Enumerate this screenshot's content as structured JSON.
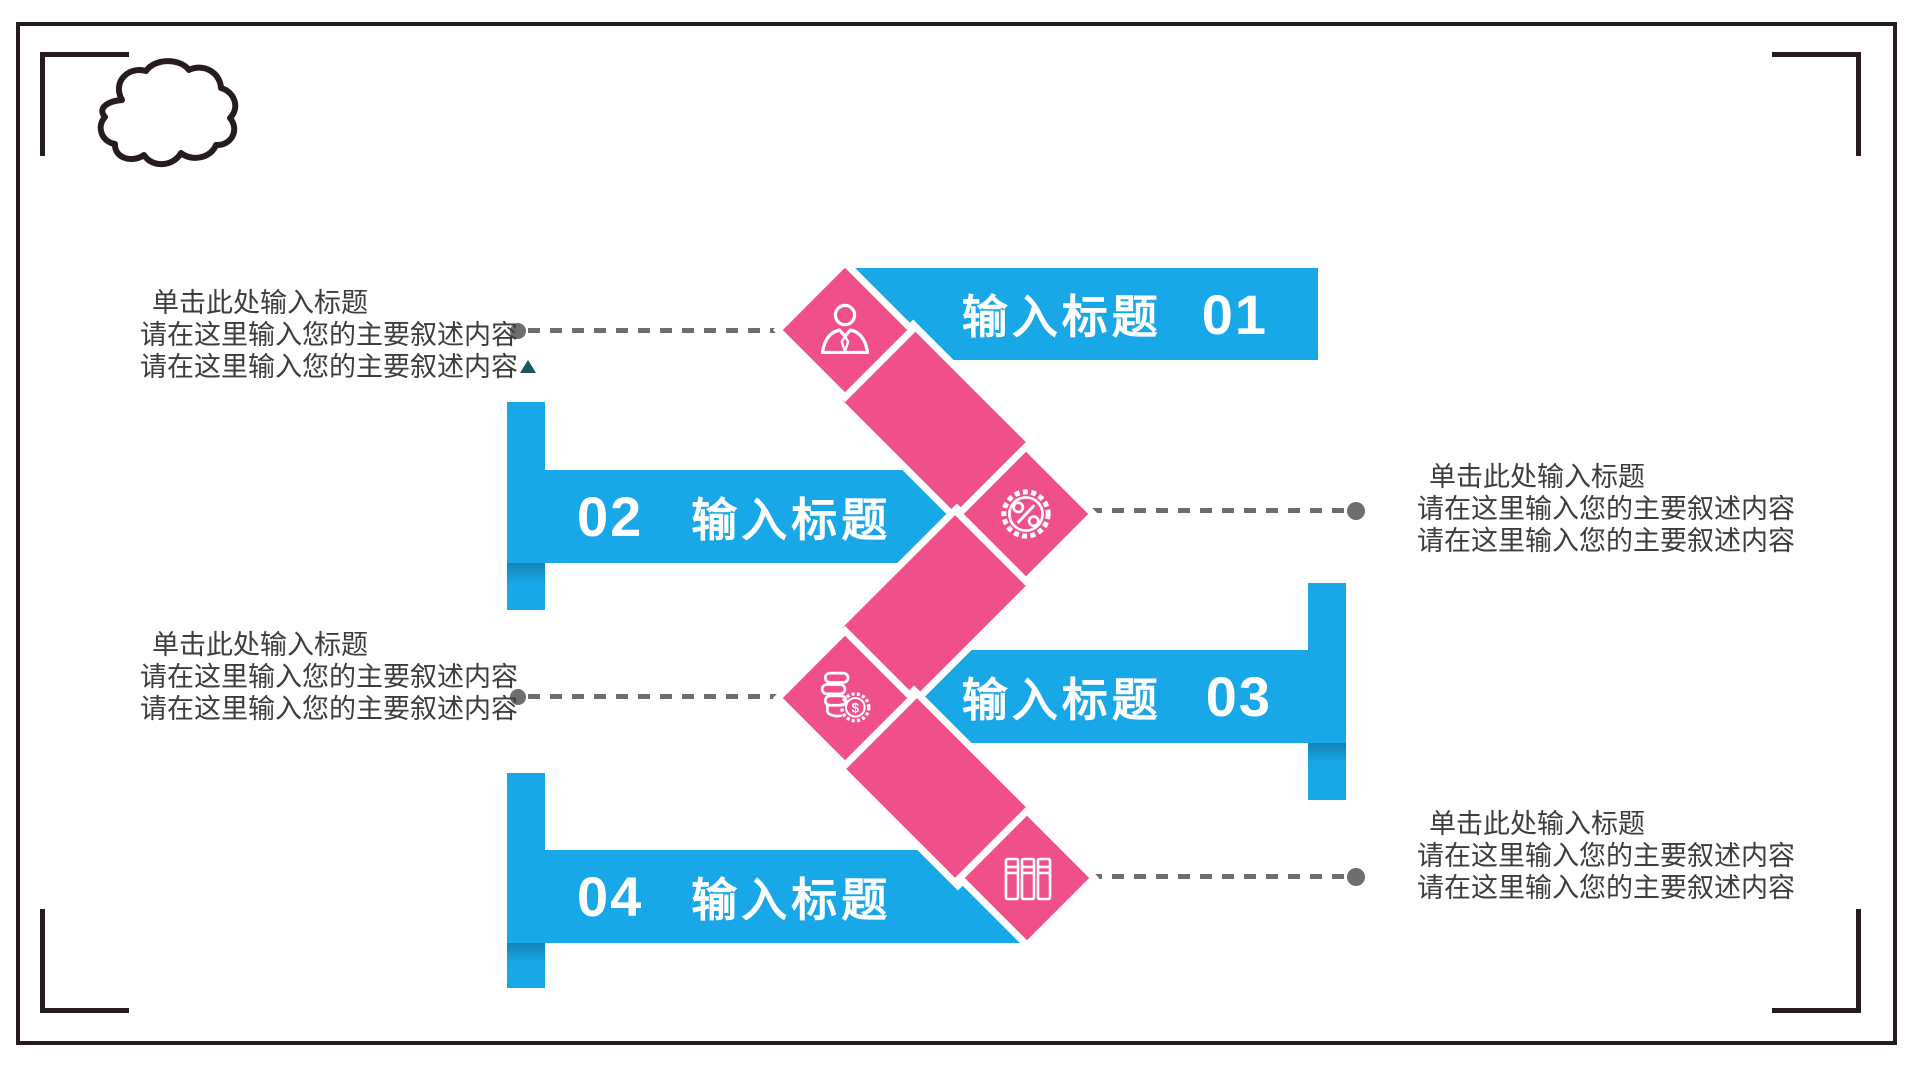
{
  "slide": {
    "colors": {
      "blue": "#18a8e8",
      "pink": "#ef5089",
      "frame": "#241d1b",
      "dash_gray": "#6e6e6e",
      "note_text": "#3d3d3d",
      "marker_teal": "#1a5660"
    },
    "decor": [
      "cloud-doodle-icon",
      "corner-bracket"
    ],
    "banners": [
      {
        "num": "01",
        "title": "输入标题",
        "icon": "businessman-icon",
        "side": "right"
      },
      {
        "num": "02",
        "title": "输入标题",
        "icon": "percent-badge-icon",
        "side": "left"
      },
      {
        "num": "03",
        "title": "输入标题",
        "icon": "coins-dollar-icon",
        "side": "right"
      },
      {
        "num": "04",
        "title": "输入标题",
        "icon": "binders-icon",
        "side": "left"
      }
    ],
    "notes": [
      {
        "line1": "单击此处输入标题",
        "line2": "请在这里输入您的主要叙述内容",
        "line3": "请在这里输入您的主要叙述内容"
      },
      {
        "line1": "单击此处输入标题",
        "line2": "请在这里输入您的主要叙述内容",
        "line3": "请在这里输入您的主要叙述内容"
      },
      {
        "line1": "单击此处输入标题",
        "line2": "请在这里输入您的主要叙述内容",
        "line3": "请在这里输入您的主要叙述内容"
      },
      {
        "line1": "单击此处输入标题",
        "line2": "请在这里输入您的主要叙述内容",
        "line3": "请在这里输入您的主要叙述内容"
      }
    ]
  }
}
